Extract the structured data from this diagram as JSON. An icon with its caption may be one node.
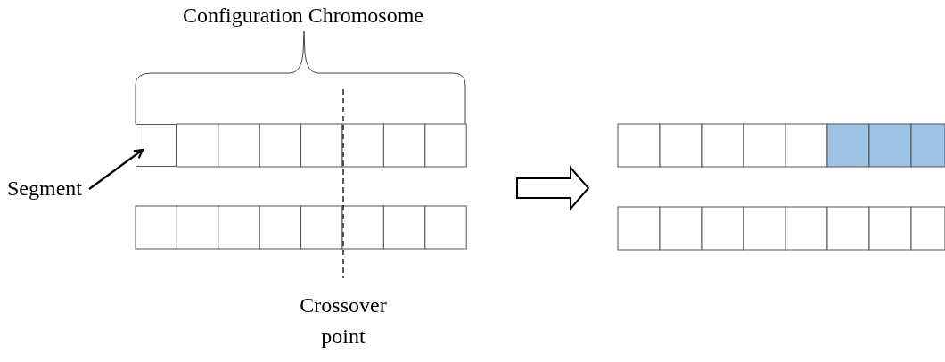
{
  "diagram": {
    "nodes": [
      {
        "text": [
          "Segment"
        ]
      },
      {
        "text": [],
        "shape": "box"
      }
    ],
    "edges": [
      {
        "from": 0,
        "to": 1,
        "arrow": "to"
      }
    ],
    "labels": [
      "Configuration Chromosome",
      "Crossover point"
    ]
  }
}
